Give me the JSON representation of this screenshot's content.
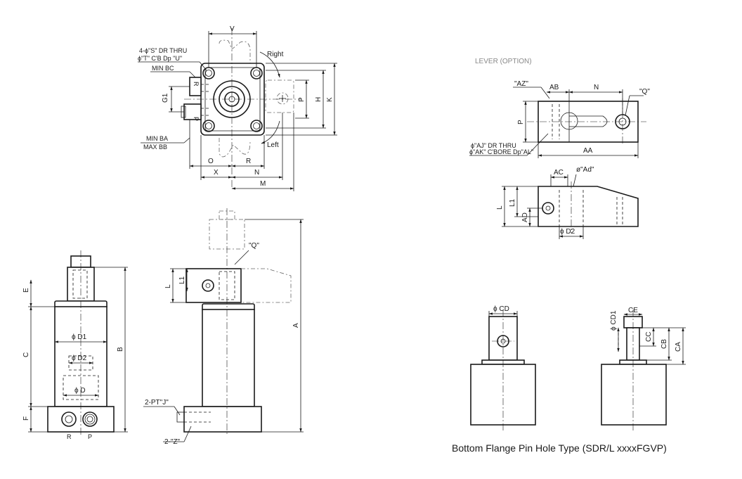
{
  "caption": "Bottom Flange Pin Hole Type (SDR/L xxxxFGVP)",
  "lever_title": "LEVER (OPTION)",
  "top_view": {
    "label_v": "V",
    "label_right": "Right",
    "label_left": "Left",
    "note_s_line1": "4-ϕ\"S\" DR THRU",
    "note_s_line2": "ϕ\"T\" C'B Dp \"U\"",
    "label_min_bc": "MIN BC",
    "label_min_ba": "MIN BA",
    "label_max_bb": "MAX BB",
    "label_g1": "G1",
    "label_r_port": "R",
    "label_p_port": "P",
    "label_p": "P",
    "label_h": "H",
    "label_k": "K",
    "label_o": "O",
    "label_r": "R",
    "label_x": "X",
    "label_n": "N",
    "label_m": "M"
  },
  "front_view": {
    "label_e": "E",
    "label_c": "C",
    "label_f": "F",
    "label_b": "B",
    "label_d1": "ϕ D1",
    "label_d2": "ϕ D2",
    "label_d": "ϕ D",
    "port_r": "R",
    "port_p": "P"
  },
  "side_view": {
    "label_q": "\"Q\"",
    "label_l": "L",
    "label_l1": "L1",
    "label_a": "A",
    "label_j": "2-PT\"J\"",
    "label_z": "2-\"Z\""
  },
  "lever_top": {
    "label_az": "\"AZ\"",
    "label_ab": "AB",
    "label_n": "N",
    "label_q": "\"Q\"",
    "label_p": "P",
    "note_aj": "ϕ\"AJ\" DR THRU",
    "note_ak": "ϕ\"AK\" C'BORE Dp\"AL\"",
    "label_aa": "AA"
  },
  "lever_side": {
    "label_ac": "AC",
    "label_ad_top": "ø\"Ad\"",
    "label_l": "L",
    "label_l1": "L1",
    "label_ad": "AD",
    "label_d2": "ϕ D2"
  },
  "flange_front": {
    "label_cd": "ϕ CD"
  },
  "flange_side": {
    "label_ce": "CE",
    "label_cd1": "ϕ CD1",
    "label_cc": "CC",
    "label_cb": "CB",
    "label_ca": "CA"
  }
}
